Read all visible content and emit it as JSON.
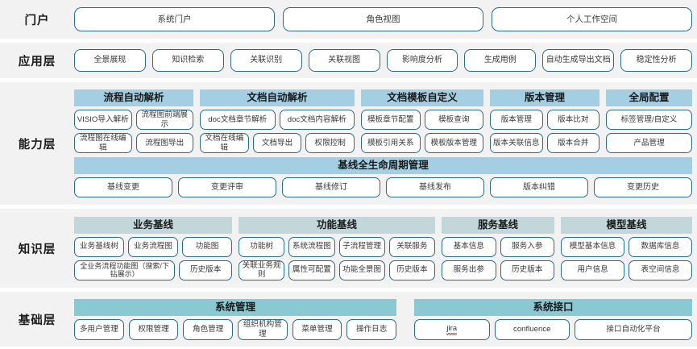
{
  "layers": [
    {
      "label": "门户",
      "items": [
        "系统门户",
        "角色视图",
        "个人工作空间"
      ]
    },
    {
      "label": "应用层",
      "items": [
        "全景展现",
        "知识检索",
        "关联识别",
        "关联视图",
        "影响度分析",
        "生成用例",
        "自动生成导出文档",
        "稳定性分析"
      ]
    },
    {
      "label": "能力层",
      "groups": [
        {
          "title": "流程自动解析",
          "rows": [
            [
              "VISIO导入解析",
              "流程图前端展示"
            ],
            [
              "流程图在线编辑",
              "流程图导出"
            ]
          ]
        },
        {
          "title": "文档自动解析",
          "rows": [
            [
              "doc文档章节解析",
              "doc文档内容解析"
            ],
            [
              "文档在线编辑",
              "文档导出",
              "权限控制"
            ]
          ]
        },
        {
          "title": "文档模板自定义",
          "rows": [
            [
              "模板章节配置",
              "模板查询"
            ],
            [
              "模板引用关系",
              "模板版本管理"
            ]
          ]
        },
        {
          "title": "版本管理",
          "rows": [
            [
              "版本管理",
              "版本比对"
            ],
            [
              "版本关联信息",
              "版本合并"
            ]
          ]
        },
        {
          "title": "全局配置",
          "rows": [
            [
              "标签管理/自定义"
            ],
            [
              "产品管理"
            ]
          ]
        }
      ],
      "baseline": {
        "title": "基线全生命周期管理",
        "items": [
          "基线变更",
          "变更评审",
          "基线修订",
          "基线发布",
          "版本纠错",
          "变更历史"
        ]
      }
    },
    {
      "label": "知识层",
      "groups": [
        {
          "title": "业务基线",
          "rows": [
            [
              "业务基线树",
              "业务流程图",
              "功能图"
            ],
            [
              "全业务流程功能图（搜索/下钻展示）",
              "历史版本"
            ]
          ]
        },
        {
          "title": "功能基线",
          "rows": [
            [
              "功能树",
              "系统流程图",
              "子流程管理",
              "关联服务"
            ],
            [
              "关联业务规则",
              "属性可配置",
              "功能全景图",
              "历史版本"
            ]
          ]
        },
        {
          "title": "服务基线",
          "rows": [
            [
              "基本信息",
              "服务入参"
            ],
            [
              "服务出参",
              "历史版本"
            ]
          ]
        },
        {
          "title": "模型基线",
          "rows": [
            [
              "模型基本信息",
              "数据库信息"
            ],
            [
              "用户信息",
              "表空间信息"
            ]
          ]
        }
      ]
    },
    {
      "label": "基础层",
      "groups": [
        {
          "title": "系统管理",
          "items": [
            "多用户管理",
            "权限管理",
            "角色管理",
            "组织机构管理",
            "菜单管理",
            "操作日志"
          ]
        },
        {
          "title": "系统接口",
          "items": [
            "jira",
            "confluence",
            "接口自动化平台"
          ]
        }
      ]
    }
  ],
  "colors": {
    "band_background": "#f2f2f2",
    "pill_border": "#2d6b87",
    "capability_header": "#a4cfe2",
    "knowledge_header": "#c3d6d9",
    "foundation_header": "#8bc9d2",
    "page_background": "#ffffff",
    "spellcheck_underline": "#e02020"
  }
}
